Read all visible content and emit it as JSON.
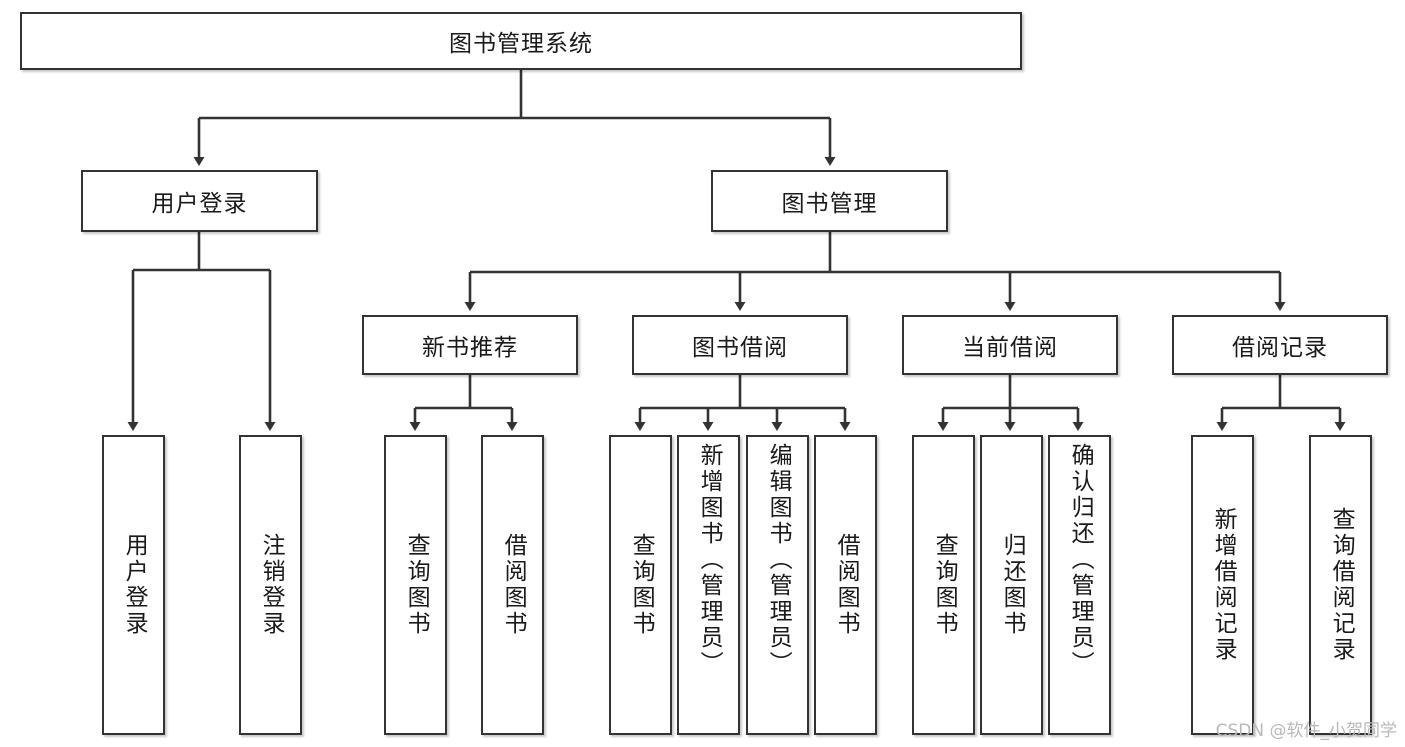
{
  "diagram": {
    "title": "图书管理系统",
    "type": "tree-hierarchy",
    "orientation": "top-down",
    "colors": {
      "box_border": "#333333",
      "box_fill": "#ffffff",
      "edge": "#333333",
      "text": "#1a1a1a",
      "watermark": "#b9b9b9"
    },
    "root": {
      "label": "图书管理系统"
    },
    "level2": [
      {
        "label": "用户登录"
      },
      {
        "label": "图书管理"
      }
    ],
    "level3": [
      {
        "label": "新书推荐"
      },
      {
        "label": "图书借阅"
      },
      {
        "label": "当前借阅"
      },
      {
        "label": "借阅记录"
      }
    ],
    "leaves": {
      "user_login": [
        {
          "label": "用户登录"
        },
        {
          "label": "注销登录"
        }
      ],
      "new_book": [
        {
          "label": "查询图书"
        },
        {
          "label": "借阅图书"
        }
      ],
      "book_borrow": [
        {
          "label": "查询图书"
        },
        {
          "label": "新增图书（管理员）"
        },
        {
          "label": "编辑图书（管理员）"
        },
        {
          "label": "借阅图书"
        }
      ],
      "current_borrow": [
        {
          "label": "查询图书"
        },
        {
          "label": "归还图书"
        },
        {
          "label": "确认归还（管理员）"
        }
      ],
      "borrow_record": [
        {
          "label": "新增借阅记录"
        },
        {
          "label": "查询借阅记录"
        }
      ]
    }
  },
  "watermark": {
    "text": "CSDN @软件_小贺同学"
  }
}
